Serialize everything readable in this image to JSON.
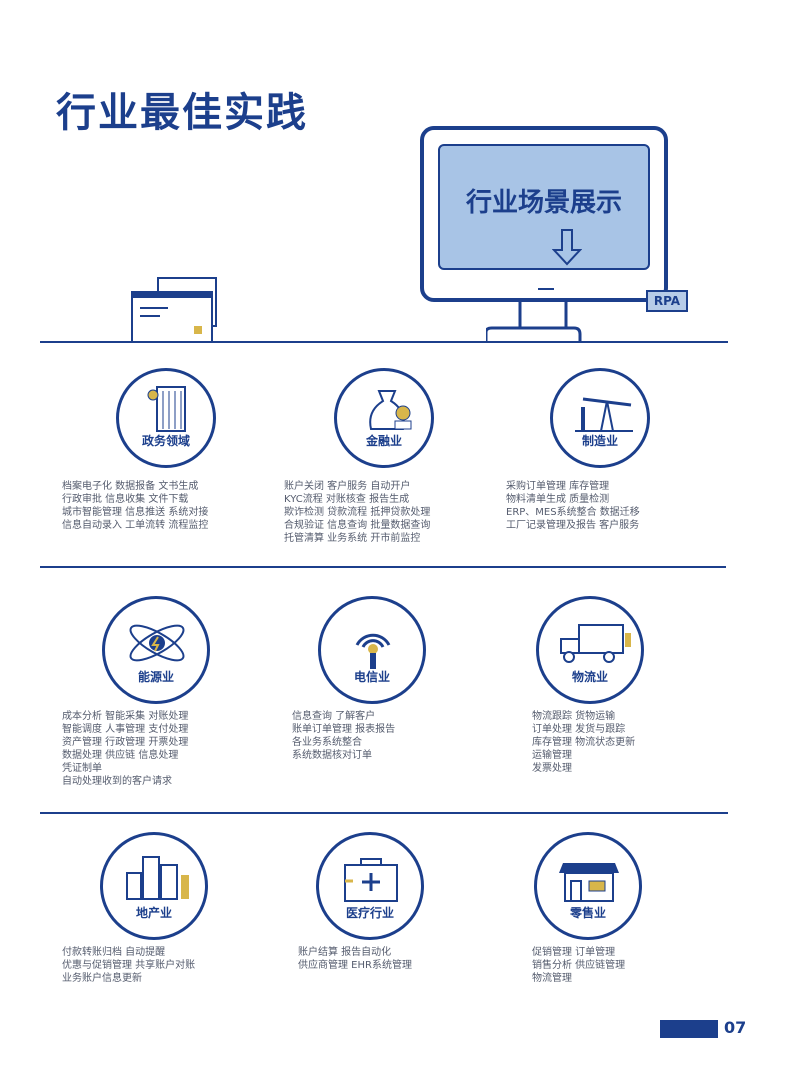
{
  "title": "行业最佳实践",
  "monitor": {
    "screen_title": "行业场景展示",
    "badge": "RPA"
  },
  "sections": [
    {
      "label": "政务领域",
      "icon": "building-icon",
      "lines": [
        "档案电子化  数据报备  文书生成",
        "行政审批   信息收集  文件下载",
        "城市智能管理  信息推送  系统对接",
        "信息自动录入  工单流转  流程监控"
      ]
    },
    {
      "label": "金融业",
      "icon": "money-bag-icon",
      "lines": [
        "账户关闭   客户服务  自动开户",
        "KYC流程   对账核查  报告生成",
        "欺诈检测   贷款流程  抵押贷款处理",
        "合规验证   信息查询  批量数据查询",
        "托管清算   业务系统  开市前监控"
      ]
    },
    {
      "label": "制造业",
      "icon": "oil-pump-icon",
      "lines": [
        "采购订单管理       库存管理",
        "物料清单生成       质量检测",
        "ERP、MES系统整合   数据迁移",
        "工厂记录管理及报告   客户服务"
      ]
    },
    {
      "label": "能源业",
      "icon": "atom-icon",
      "lines": [
        "成本分析  智能采集  对账处理",
        "智能调度  人事管理  支付处理",
        "资产管理  行政管理  开票处理",
        "数据处理  供应链  信息处理",
        "凭证制单",
        "自动处理收到的客户请求"
      ]
    },
    {
      "label": "电信业",
      "icon": "antenna-icon",
      "lines": [
        "信息查询   了解客户",
        "账单订单管理  报表报告",
        "各业务系统整合",
        "系统数据核对订单"
      ]
    },
    {
      "label": "物流业",
      "icon": "truck-icon",
      "lines": [
        "物流跟踪  货物运输",
        "订单处理  发货与跟踪",
        "库存管理  物流状态更新",
        "运输管理",
        "发票处理"
      ]
    },
    {
      "label": "地产业",
      "icon": "city-icon",
      "lines": [
        "付款转账归档    自动提醒",
        "优惠与促销管理   共享账户对账",
        "业务账户信息更新"
      ]
    },
    {
      "label": "医疗行业",
      "icon": "medical-kit-icon",
      "lines": [
        "账户结算     报告自动化",
        "供应商管理    EHR系统管理"
      ]
    },
    {
      "label": "零售业",
      "icon": "store-icon",
      "lines": [
        "促销管理   订单管理",
        "销售分析   供应链管理",
        "物流管理"
      ]
    }
  ],
  "page": {
    "number": "07"
  }
}
